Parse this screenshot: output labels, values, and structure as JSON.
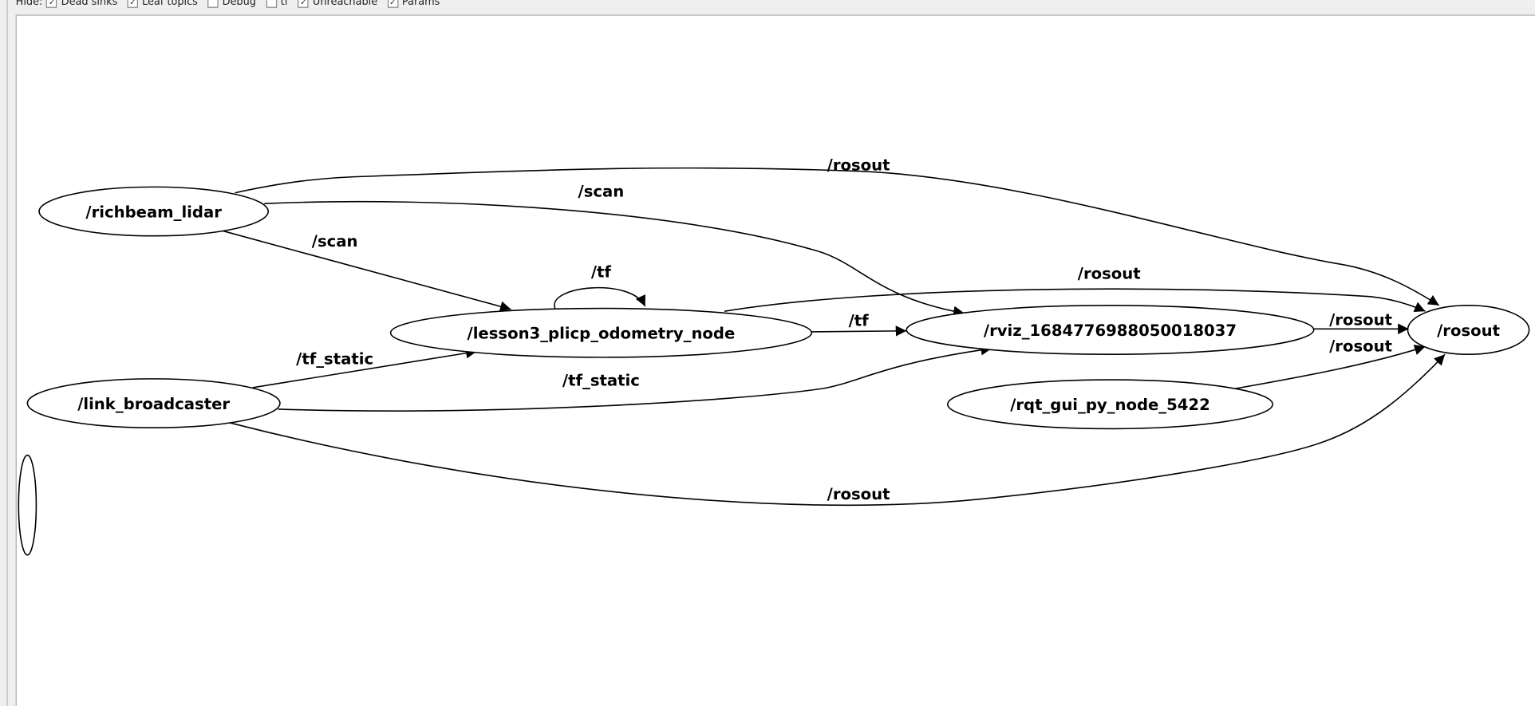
{
  "filters": {
    "label": "Hide:",
    "options": [
      {
        "label": "Dead sinks",
        "checked": true
      },
      {
        "label": "Leaf topics",
        "checked": true
      },
      {
        "label": "Debug",
        "checked": false
      },
      {
        "label": "tf",
        "checked": false
      },
      {
        "label": "Unreachable",
        "checked": true
      },
      {
        "label": "Params",
        "checked": true
      }
    ]
  },
  "nodes": {
    "richbeam": "/richbeam_lidar",
    "lesson3": "/lesson3_plicp_odometry_node",
    "rviz": "/rviz_1684776988050018037",
    "link": "/link_broadcaster",
    "rqt": "/rqt_gui_py_node_5422",
    "rosout": "/rosout"
  },
  "edges": {
    "richbeam_rosout": "/rosout",
    "richbeam_rviz": "/scan",
    "richbeam_lesson3": "/scan",
    "lesson3_self": "/tf",
    "lesson3_rviz": "/tf",
    "lesson3_rosout": "/rosout",
    "rviz_rosout": "/rosout",
    "rqt_rosout": "/rosout",
    "link_lesson3": "/tf_static",
    "link_rviz": "/tf_static",
    "link_rosout": "/rosout"
  }
}
